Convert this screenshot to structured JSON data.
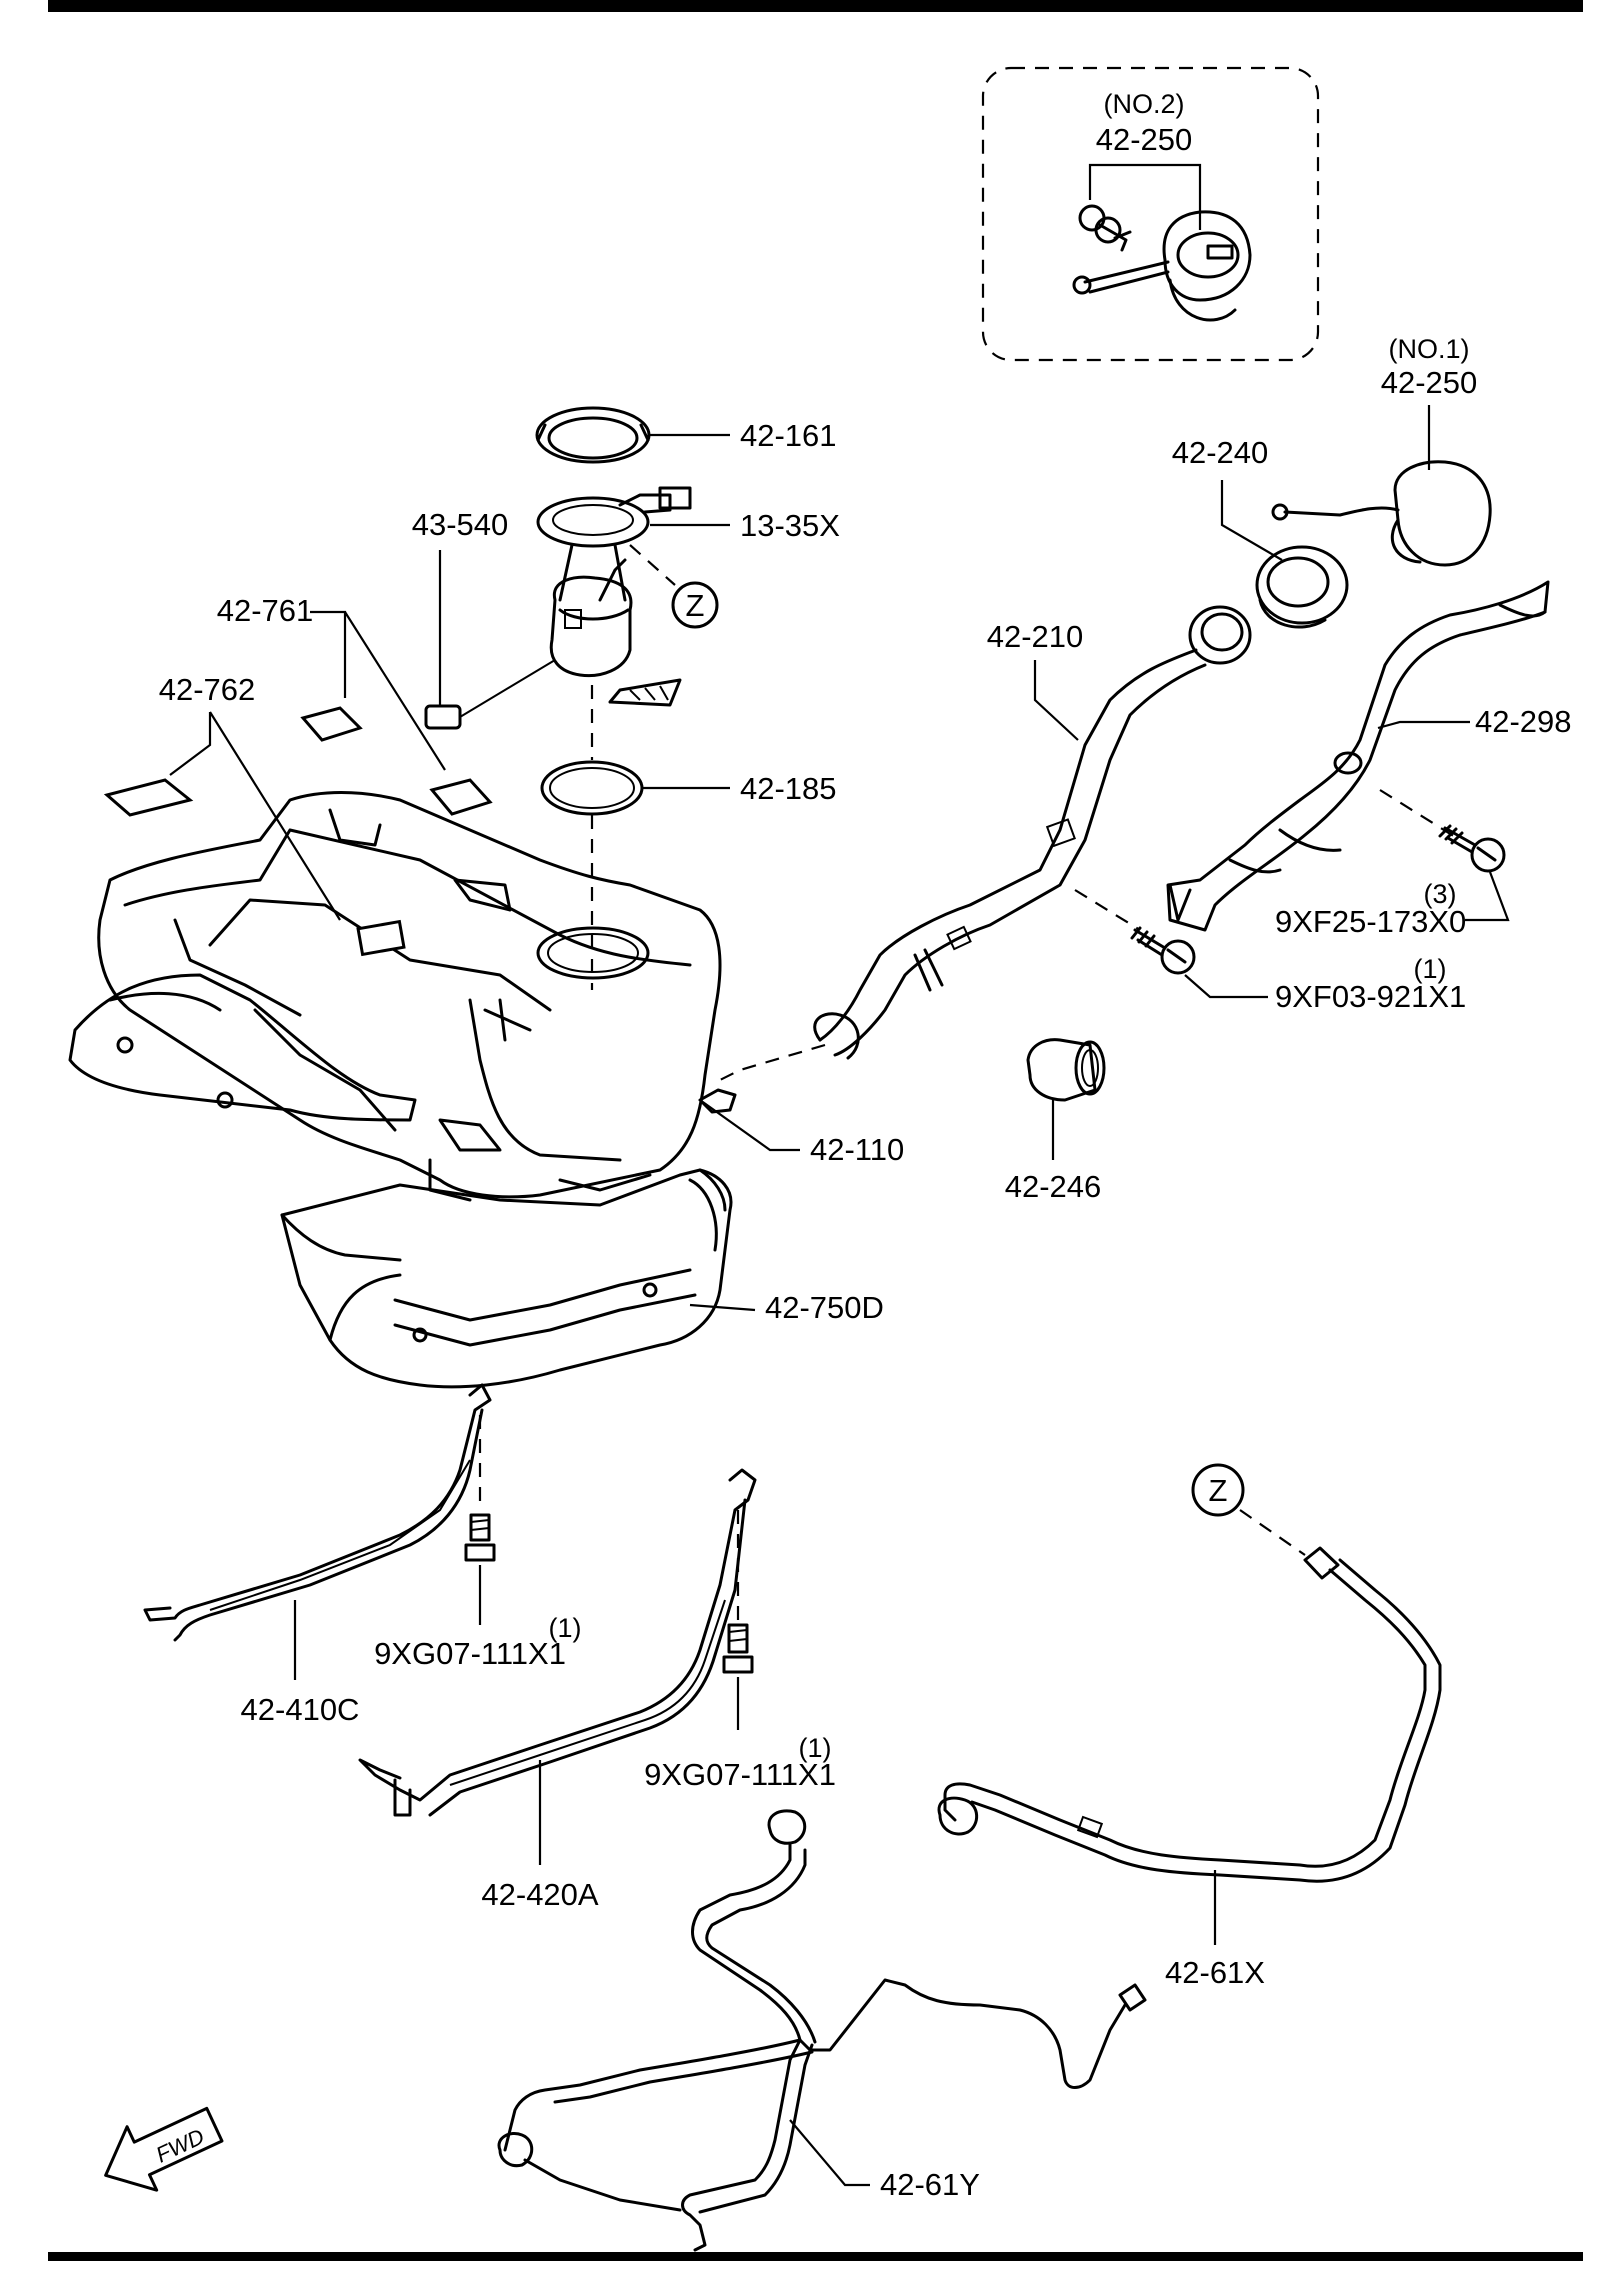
{
  "callouts": {
    "fuel_cap_no2_note": "(NO.2)",
    "fuel_cap_no2_part": "42-250",
    "fuel_cap_no1_note": "(NO.1)",
    "fuel_cap_no1_part": "42-250",
    "seal_ring_top": "42-161",
    "fuel_pump_unit": "13-35X",
    "z_marker_top": "Z",
    "cushion_43_540": "43-540",
    "pads_42_761": "42-761",
    "pads_42_762": "42-762",
    "gasket_42_185": "42-185",
    "filler_neck_ring": "42-240",
    "filler_pipe": "42-210",
    "filler_guard": "42-298",
    "bolt_9xf25_qty": "(3)",
    "bolt_9xf25": "9XF25-173X0",
    "bolt_9xf03_qty": "(1)",
    "bolt_9xf03": "9XF03-921X1",
    "fuel_tank": "42-110",
    "grommet": "42-246",
    "heat_insulator": "42-750D",
    "z_marker_bottom": "Z",
    "bolt_left_qty": "(1)",
    "bolt_left": "9XG07-111X1",
    "strap_left": "42-410C",
    "bolt_right_qty": "(1)",
    "bolt_right": "9XG07-111X1",
    "strap_right": "42-420A",
    "fuel_line_x": "42-61X",
    "fuel_line_y": "42-61Y",
    "fwd_arrow": "FWD"
  }
}
